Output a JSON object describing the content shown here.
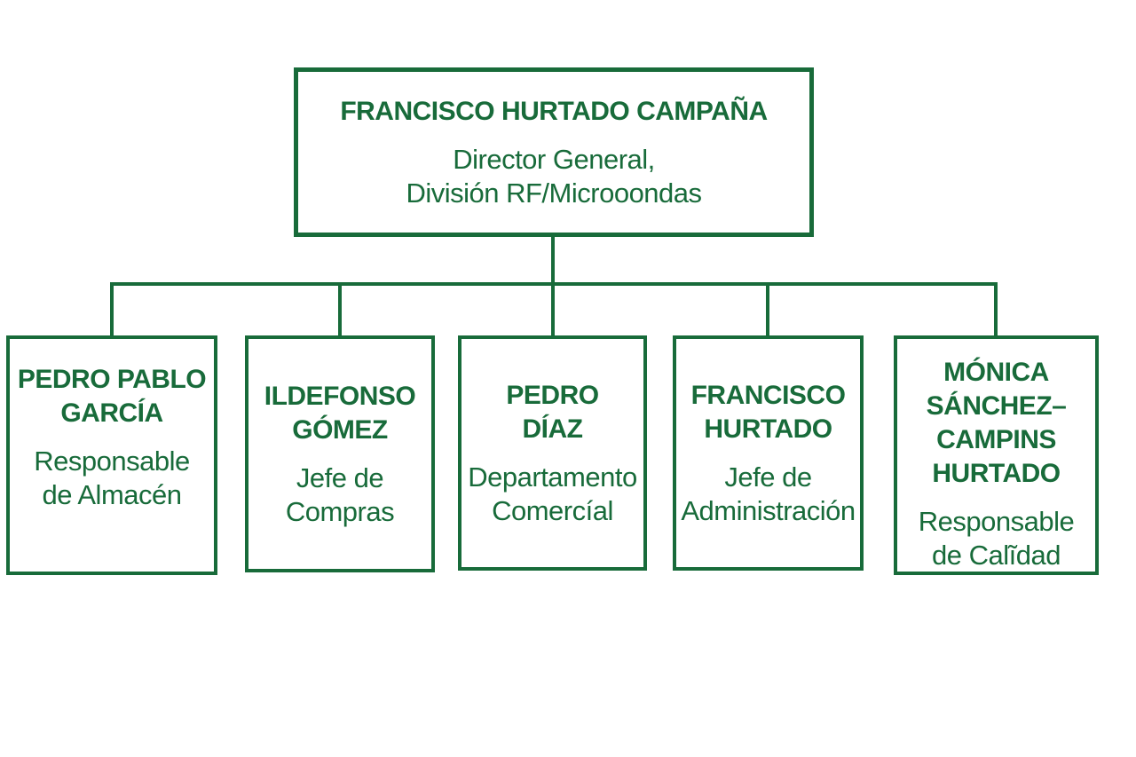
{
  "diagram": {
    "type": "org-chart",
    "accent_color": "#186b3a",
    "background_color": "#ffffff",
    "root": {
      "name_lines": [
        "FRANCISCO HURTADO CAMPAÑA"
      ],
      "title_lines": [
        "Director General,",
        "División RF/Microoondas"
      ]
    },
    "children": [
      {
        "name_lines": [
          "PEDRO PABLO",
          "GARCÍA"
        ],
        "title_lines": [
          "Responsable",
          "de Almacén"
        ]
      },
      {
        "name_lines": [
          "ILDEFONSO",
          "GÓMEZ"
        ],
        "title_lines": [
          "Jefe de",
          "Compras"
        ]
      },
      {
        "name_lines": [
          "PEDRO",
          "DÍAZ"
        ],
        "title_lines": [
          "Departamento",
          "Comercíal"
        ]
      },
      {
        "name_lines": [
          "FRANCISCO",
          "HURTADO"
        ],
        "title_lines": [
          "Jefe de",
          "Administración"
        ]
      },
      {
        "name_lines": [
          "MÓNICA",
          "SÁNCHEZ–",
          "CAMPINS",
          "HURTADO"
        ],
        "title_lines": [
          "Responsable",
          "de Calĩdad"
        ]
      }
    ]
  }
}
